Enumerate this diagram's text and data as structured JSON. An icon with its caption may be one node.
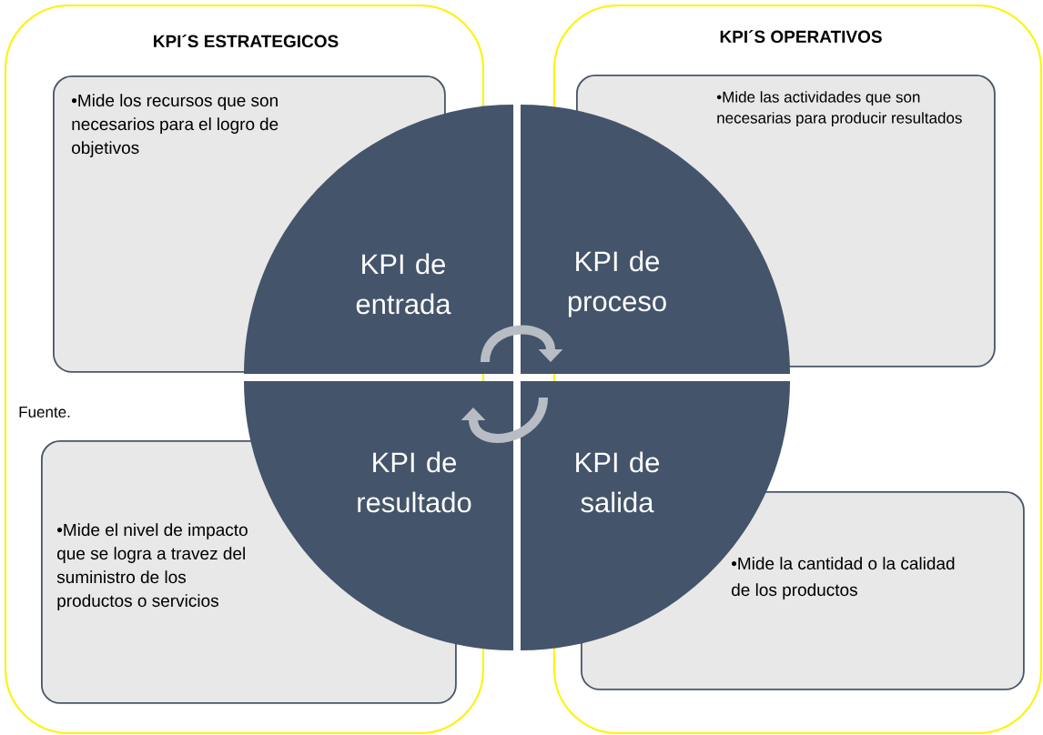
{
  "diagram": {
    "nodes": [
      {
        "text": [
          "KPI´S ESTRATEGICOS"
        ]
      },
      {
        "text": [
          "KPI´S OPERATIVOS"
        ]
      },
      {
        "text": [
          "•Mide los recursos que son necesarios para el logro de objetivos"
        ],
        "in": 0
      },
      {
        "text": [
          "•Mide las actividades que son necesarias para producir resultados"
        ],
        "in": 1
      },
      {
        "text": [
          "•Mide el nivel de impacto que se logra a travez del suministro de los productos o servicios"
        ],
        "in": 0
      },
      {
        "text": [
          "•Mide la cantidad o la calidad de los productos"
        ],
        "in": 1
      },
      {
        "text": [
          "KPI de entrada"
        ]
      },
      {
        "text": [
          "KPI de proceso"
        ]
      },
      {
        "text": [
          "KPI de resultado"
        ]
      },
      {
        "text": [
          "KPI de salida"
        ]
      }
    ],
    "edges": [
      {
        "from": 6,
        "to": 7,
        "arrow": "to"
      },
      {
        "from": 9,
        "to": 8,
        "arrow": "to"
      }
    ],
    "labels": [
      "Fuente."
    ]
  }
}
